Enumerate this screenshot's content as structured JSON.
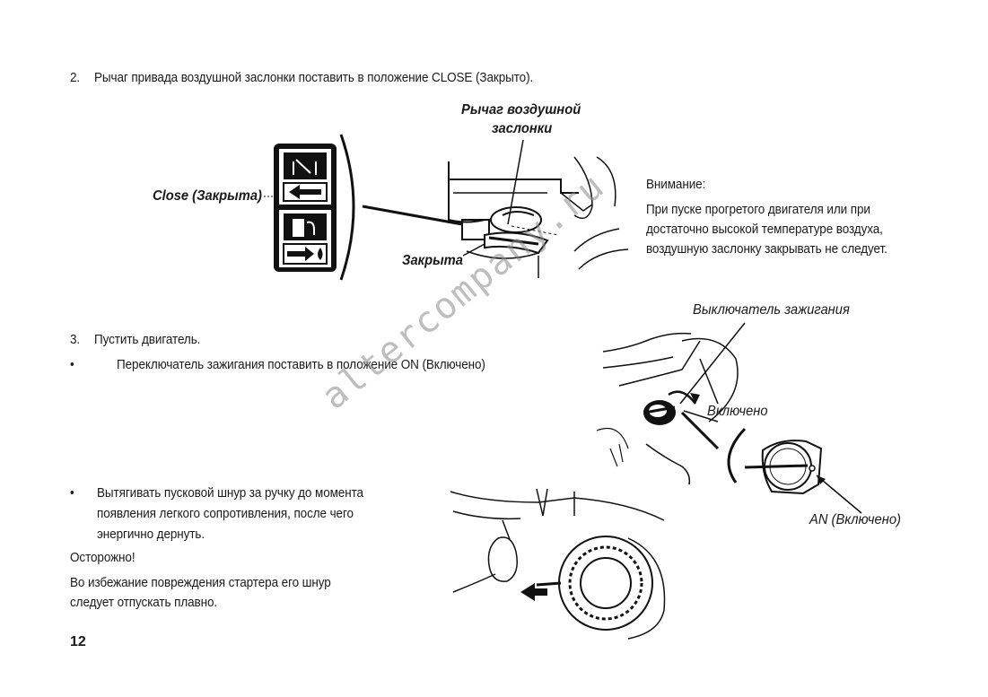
{
  "steps": {
    "step2": {
      "number": "2.",
      "text": "Рычаг привада воздушной заслонки поставить в положение CLOSE (Закрыто)."
    },
    "step3": {
      "number": "3.",
      "text": "Пустить двигатель."
    },
    "bullet1": {
      "marker": "•",
      "text": "Переключатель зажигания поставить в положение ON (Включено)"
    },
    "bullet2": {
      "marker": "•",
      "lines": [
        "Вытягивать пусковой шнур за ручку до момента",
        "появления легкого сопротивления, после чего",
        "энергично дернуть."
      ]
    }
  },
  "notes": {
    "attention": {
      "heading": "Внимание:",
      "lines": [
        "При пуске прогретого двигателя или при",
        "достаточно высокой температуре воздуха,",
        "воздушную заслонку закрывать не следует."
      ]
    },
    "caution": {
      "heading": "Осторожно!",
      "lines": [
        "Во избежание повреждения стартера его шнур",
        "следует отпускать плавно."
      ]
    }
  },
  "figure1": {
    "lever_label_lines": [
      "Рычаг воздушной",
      "заслонки"
    ],
    "close_label": "Close (Закрыта)",
    "closed_label": "Закрыта"
  },
  "figure2": {
    "switch_label": "Выключатель зажигания",
    "on_label": "Включено",
    "an_label": "AN (Включено)"
  },
  "watermark": "altercompany.ru",
  "page_number": "12"
}
